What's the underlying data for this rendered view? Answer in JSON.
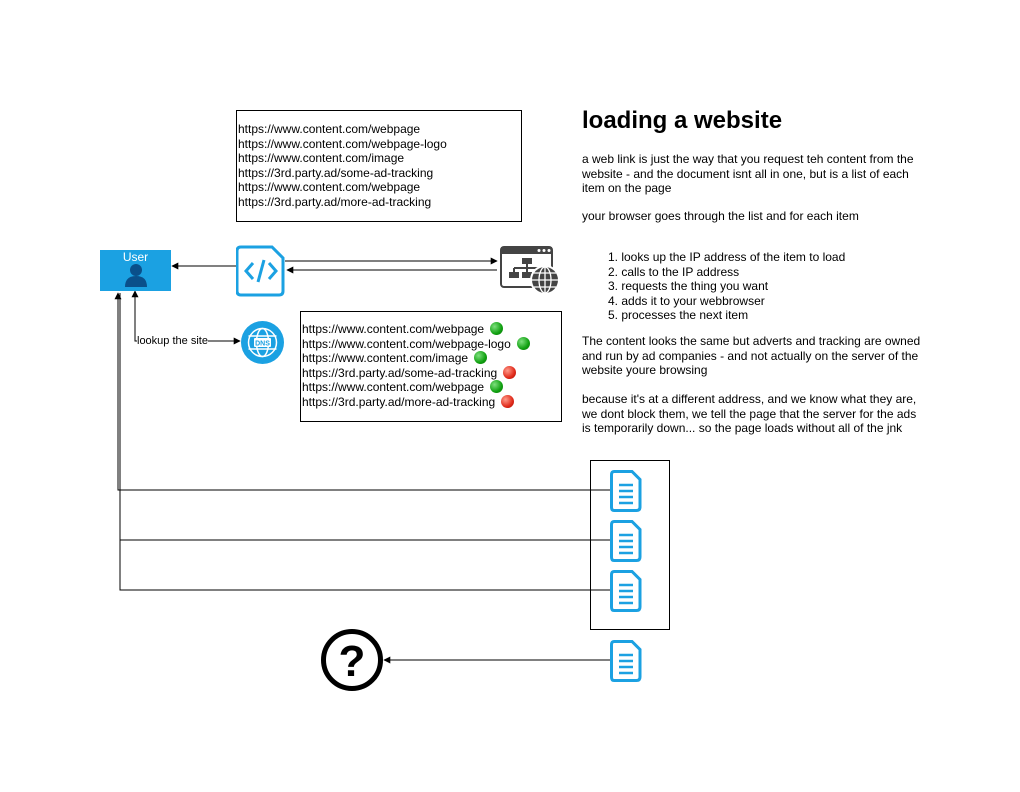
{
  "title": "loading a website",
  "paragraphs": [
    "a web link is just the way that you request teh content from the website - and the document isnt all in one, but is a list of each item on the page",
    "your browser goes through the list and for each item",
    "The content looks the same but adverts and tracking are owned and run by ad companies - and not actually on the server of the website youre browsing",
    "because it's at a different address, and we know what they are, we dont block them, we tell the page that the server for the ads is temporarily down... so the page loads without all of the jnk"
  ],
  "steps": [
    "1. looks up the IP address of the item to load",
    "2. calls to the IP address",
    "3. requests the thing you want",
    "4. adds it to your webbrowser",
    "5. processes the next item"
  ],
  "user_label": "User",
  "lookup_label": "lookup the site",
  "url_list": [
    "https://www.content.com/webpage",
    "https://www.content.com/webpage-logo",
    "https://www.content.com/image",
    "https://3rd.party.ad/some-ad-tracking",
    "https://www.content.com/webpage",
    "https://3rd.party.ad/more-ad-tracking"
  ],
  "checked_urls": [
    {
      "url": "https://www.content.com/webpage",
      "status": "allowed"
    },
    {
      "url": "https://www.content.com/webpage-logo",
      "status": "allowed"
    },
    {
      "url": "https://www.content.com/image",
      "status": "allowed"
    },
    {
      "url": "https://3rd.party.ad/some-ad-tracking",
      "status": "blocked"
    },
    {
      "url": "https://www.content.com/webpage",
      "status": "allowed"
    },
    {
      "url": "https://3rd.party.ad/more-ad-tracking",
      "status": "blocked"
    }
  ],
  "dns_label": "DNS",
  "colors": {
    "accent": "#1ba1e2",
    "allowed": "#10a010",
    "blocked": "#e02a1a"
  },
  "icons": [
    "user-icon",
    "code-icon",
    "web-server-icon",
    "dns-globe-icon",
    "document-icon",
    "question-icon"
  ]
}
